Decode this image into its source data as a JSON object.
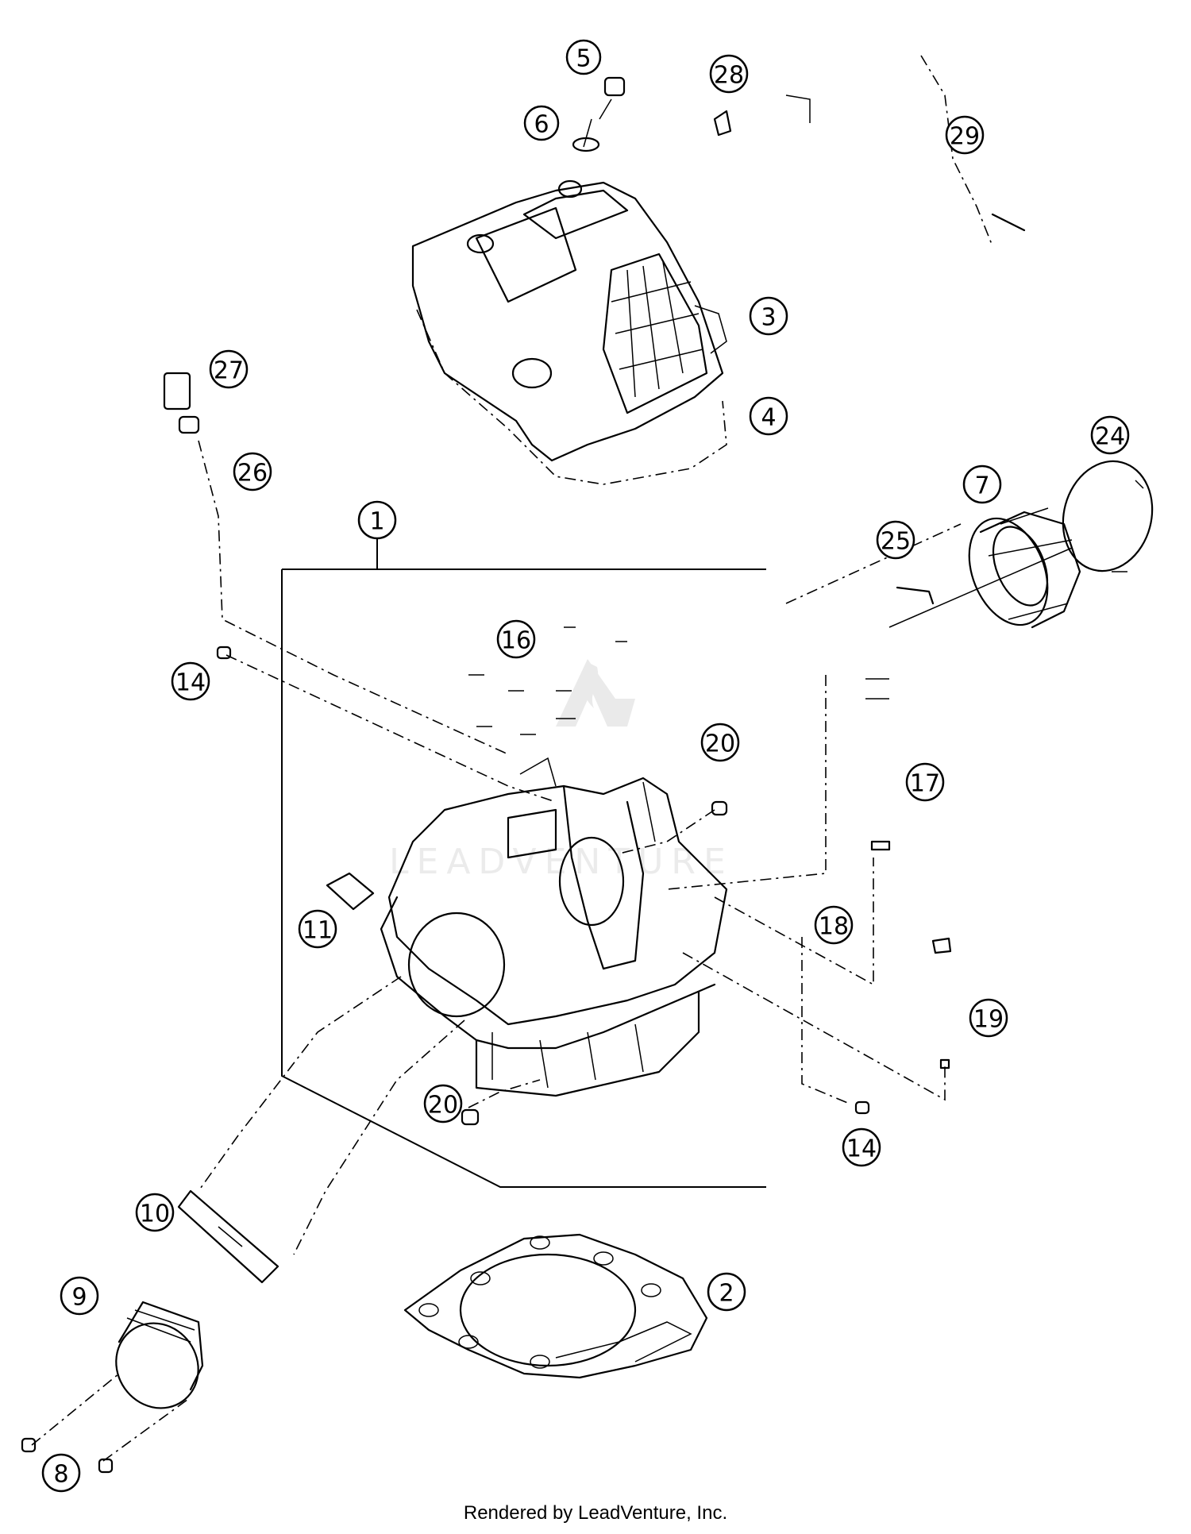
{
  "callouts": [
    {
      "id": "c5",
      "label": "5"
    },
    {
      "id": "c6",
      "label": "6"
    },
    {
      "id": "c28",
      "label": "28"
    },
    {
      "id": "c29",
      "label": "29"
    },
    {
      "id": "c3",
      "label": "3"
    },
    {
      "id": "c4",
      "label": "4"
    },
    {
      "id": "c27",
      "label": "27"
    },
    {
      "id": "c26",
      "label": "26"
    },
    {
      "id": "c24",
      "label": "24"
    },
    {
      "id": "c7",
      "label": "7"
    },
    {
      "id": "c1",
      "label": "1"
    },
    {
      "id": "c25",
      "label": "25"
    },
    {
      "id": "c16",
      "label": "16"
    },
    {
      "id": "c14a",
      "label": "14"
    },
    {
      "id": "c20a",
      "label": "20"
    },
    {
      "id": "c17",
      "label": "17"
    },
    {
      "id": "c11",
      "label": "11"
    },
    {
      "id": "c18",
      "label": "18"
    },
    {
      "id": "c19",
      "label": "19"
    },
    {
      "id": "c20b",
      "label": "20"
    },
    {
      "id": "c14b",
      "label": "14"
    },
    {
      "id": "c10",
      "label": "10"
    },
    {
      "id": "c9",
      "label": "9"
    },
    {
      "id": "c2",
      "label": "2"
    },
    {
      "id": "c8",
      "label": "8"
    }
  ],
  "watermark": {
    "text": "LEADVENTURE"
  },
  "footer": {
    "text": "Rendered by LeadVenture, Inc."
  }
}
